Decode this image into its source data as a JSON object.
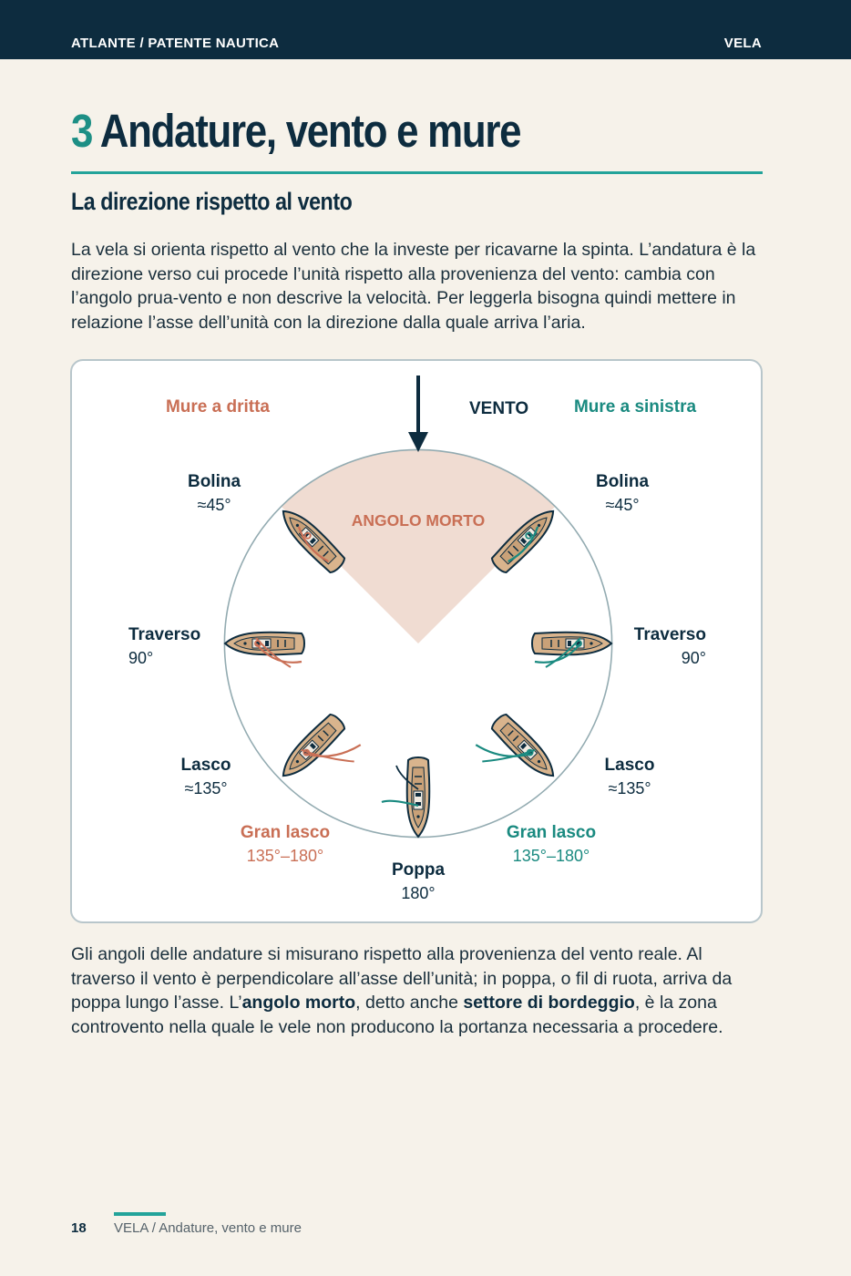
{
  "header": {
    "left": "ATLANTE / PATENTE NAUTICA",
    "right": "VELA"
  },
  "chapter": {
    "number": "3",
    "title": "Andature, vento e mure"
  },
  "section": {
    "title": "La direzione rispetto al vento"
  },
  "intro": "La vela si orienta rispetto al vento che la investe per ricavarne la spinta. L’andatura è la direzione verso cui procede l’unità rispetto alla provenienza del vento: cambia con l’angolo prua-vento e non descrive la velocità. Per leggerla bisogna quindi mettere in relazione l’asse dell’unità con la direzione dalla quale arriva l’aria.",
  "diagram": {
    "wind_label": "VENTO",
    "port_tack": "Mure a dritta",
    "starboard_tack": "Mure a sinistra",
    "dead_zone": "ANGOLO MORTO",
    "colors": {
      "port": "#c96f55",
      "starboard": "#1a8a80",
      "navy": "#0d2c3f",
      "dead_zone": "#f0dcd2"
    },
    "labels": [
      {
        "name": "Bolina",
        "angle": "≈45°"
      },
      {
        "name": "Traverso",
        "angle": "90°"
      },
      {
        "name": "Lasco",
        "angle": "≈135°"
      },
      {
        "name": "Gran lasco",
        "angle": "135°–180°"
      },
      {
        "name": "Poppa",
        "angle": "180°"
      }
    ]
  },
  "body": {
    "p1": "Gli angoli delle andature si misurano rispetto alla provenienza del vento reale. Al traverso il vento è perpendicolare all’asse dell’unità; in poppa, o fil di ruota, arriva da poppa lungo l’asse. L’",
    "term1": "angolo morto",
    "p2": ", detto anche ",
    "term2": "settore di bordeggio",
    "p3": ", è la zona controvento nella quale le vele non producono la portanza necessaria a procedere."
  },
  "footer": {
    "page": "18",
    "text": "VELA / Andature, vento e mure"
  }
}
